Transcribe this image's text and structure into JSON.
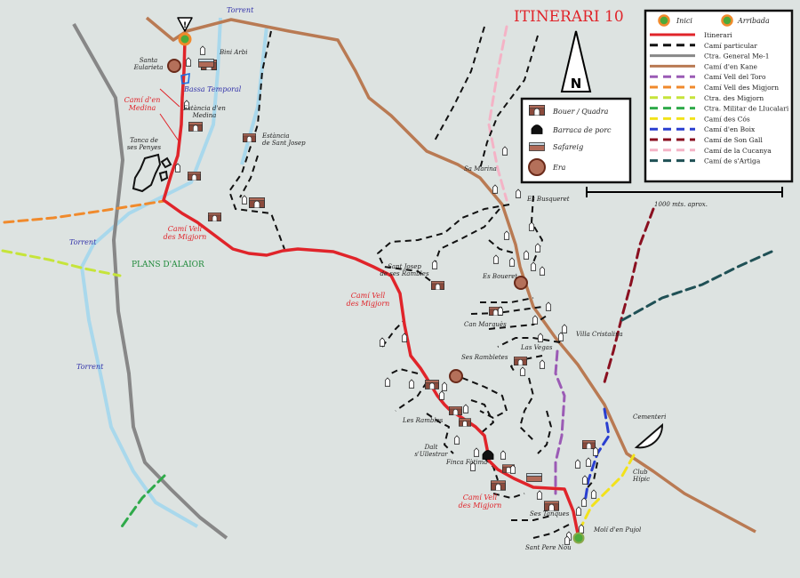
{
  "title": "ITINERARI 10",
  "north": "N",
  "scale_label": "1000 mts. aprox.",
  "colors": {
    "background": "#dde3e1",
    "title": "#e0242a",
    "itinerari": "#e0242a",
    "cami_particular": "#111111",
    "ctra_general": "#888888",
    "cami_kane": "#b97a53",
    "cami_vell_toro": "#9b5bb5",
    "cami_vell_migjorn": "#f08a2c",
    "ctra_migjorn": "#c6e43a",
    "ctra_militar": "#2faa4a",
    "cami_cos": "#f2e21a",
    "cami_boix": "#2a3fd0",
    "cami_son_gall": "#8a1020",
    "cami_cucanya": "#f4b3c6",
    "cami_artiga": "#1f5055",
    "torrent": "#9fd4ea"
  },
  "legend_routes": {
    "inici": "Inici",
    "arribada": "Arribada",
    "items": [
      {
        "label": "Itinerari",
        "color": "#e0242a",
        "dash": "solid"
      },
      {
        "label": "Camí particular",
        "color": "#111111",
        "dash": "dash"
      },
      {
        "label": "Ctra. General Me-1",
        "color": "#888888",
        "dash": "solid"
      },
      {
        "label": "Camí d'en Kane",
        "color": "#b97a53",
        "dash": "solid"
      },
      {
        "label": "Camí Vell del Toro",
        "color": "#9b5bb5",
        "dash": "dash"
      },
      {
        "label": "Camí Vell des Migjorn",
        "color": "#f08a2c",
        "dash": "dash"
      },
      {
        "label": "Ctra. des Migjorn",
        "color": "#c6e43a",
        "dash": "dash"
      },
      {
        "label": "Ctra. Militar de Llucalari",
        "color": "#2faa4a",
        "dash": "dash"
      },
      {
        "label": "Camí des Cós",
        "color": "#f2e21a",
        "dash": "dash"
      },
      {
        "label": "Camí d'en Boix",
        "color": "#2a3fd0",
        "dash": "dash"
      },
      {
        "label": "Camí de Son Gall",
        "color": "#8a1020",
        "dash": "dash"
      },
      {
        "label": "Camí de la Cucanya",
        "color": "#f4b3c6",
        "dash": "dash"
      },
      {
        "label": "Camí de s'Artiga",
        "color": "#1f5055",
        "dash": "dash"
      }
    ]
  },
  "legend_symbols": [
    {
      "label": "Bouer / Quadra",
      "icon": "bouer-icon"
    },
    {
      "label": "Barraca de porc",
      "icon": "barraca-icon"
    },
    {
      "label": "Safareig",
      "icon": "safareig-icon"
    },
    {
      "label": "Era",
      "icon": "era-icon"
    }
  ],
  "labels": {
    "torrent_top": "Torrent",
    "bini_arbi": "Bini Arbi",
    "santa_eularieta": "Santa\nEularieta",
    "bassa_temporal": "Bassa Temporal",
    "cami_den_medina": "Camí d'en\nMedina",
    "estancia_medina": "Estància d'en\nMedina",
    "estancia_sant_josep": "Estància\nde Sant Josep",
    "tanca_penyes": "Tanca de\nses Penyes",
    "cami_vell_migjorn_1": "Camí Vell\ndes Migjorn",
    "torrent_left": "Torrent",
    "plans_alaior": "PLANS D'ALAIOR",
    "torrent_bottom": "Torrent",
    "sa_marina": "Sa Marina",
    "es_busqueret": "Es Busqueret",
    "sant_josep_ramblas": "Sant Josep\nde ses Rambles",
    "es_boueret": "Es Boueret",
    "cami_vell_migjorn_2": "Camí Vell\ndes Migjorn",
    "can_marques": "Can Marquès",
    "villa_cristalina": "Villa Cristalina",
    "las_vegas": "Las Vegas",
    "ses_ramblettes": "Ses Rambletes",
    "les_rambles": "Les Rambles",
    "dalt_ullestrar": "Dalt\ns'Ullestrar",
    "finca_fatima": "Finca Fàtima",
    "cementeri": "Cementeri",
    "club_hipic": "Club\nHípic",
    "cami_vell_migjorn_3": "Camí Vell\ndes Migjorn",
    "ses_tanques": "Ses Tanques",
    "moli_pujol": "Molí d'en Pujol",
    "sant_pere_nou": "Sant Pere Nou"
  }
}
